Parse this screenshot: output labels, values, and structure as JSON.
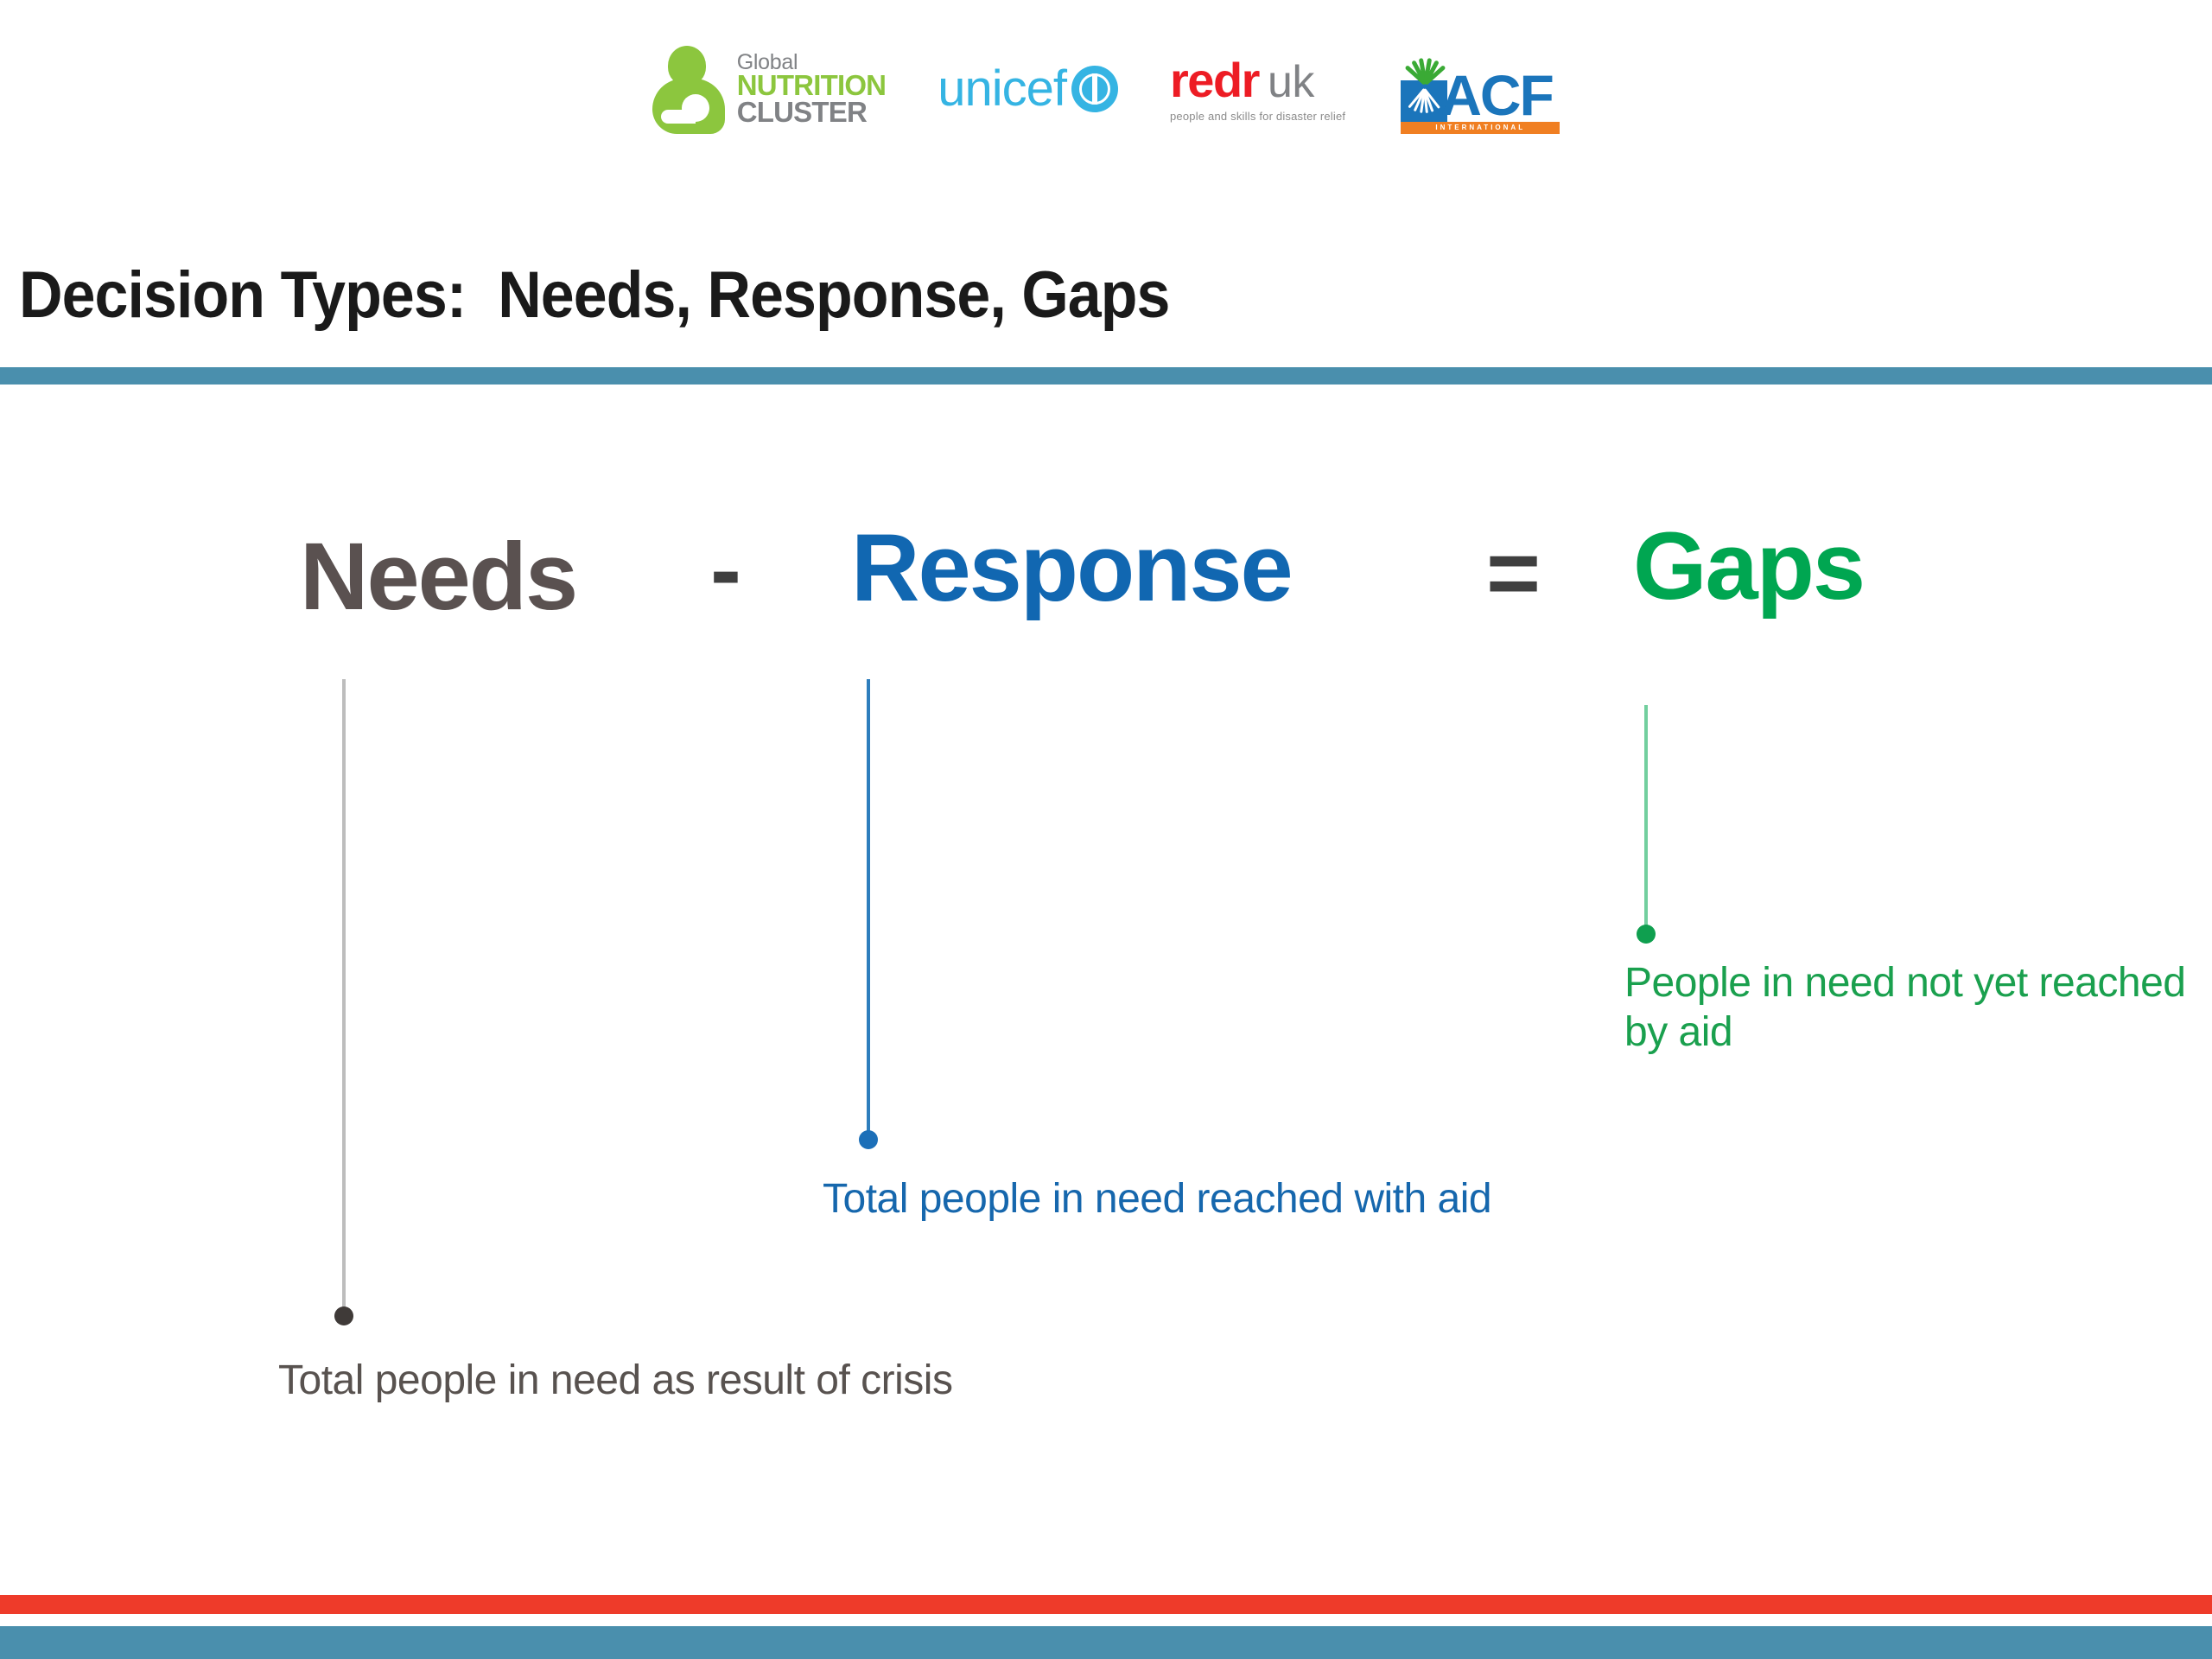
{
  "slide": {
    "title": "Decision Types:  Needs, Response, Gaps",
    "background_color": "#ffffff"
  },
  "logos": [
    {
      "name": "global-nutrition-cluster",
      "line1": "Global",
      "line2": "NUTRITION",
      "line3": "CLUSTER",
      "green": "#8cc63e",
      "gray": "#808285"
    },
    {
      "name": "unicef",
      "wordmark": "unicef",
      "color": "#35b4e3"
    },
    {
      "name": "redr-uk",
      "word_red": "redr",
      "word_gray": "uk",
      "tagline": "people and skills for disaster relief",
      "red": "#ed1c24",
      "gray": "#808285"
    },
    {
      "name": "acf-international",
      "letters": "ACF",
      "subtitle": "INTERNATIONAL",
      "blue": "#1b75bb",
      "green": "#3aaa35",
      "orange": "#f07f22"
    }
  ],
  "equation": {
    "needs": {
      "label": "Needs",
      "color": "#5a5150"
    },
    "minus": {
      "label": "-",
      "color": "#3f3f3f"
    },
    "response": {
      "label": "Response",
      "color": "#1167b1"
    },
    "equals": {
      "label": "=",
      "color": "#3f3f3f"
    },
    "gaps": {
      "label": "Gaps",
      "color": "#00a651"
    }
  },
  "callouts": [
    {
      "id": "needs",
      "text": "Total people in need as result of crisis",
      "color": "#58524f",
      "line_color": "#bdbdbd",
      "dot_color": "#3f3a38"
    },
    {
      "id": "response",
      "text": "Total people in need reached with aid",
      "color": "#1667ad",
      "line_color": "#2e7ebd",
      "dot_color": "#1c6fb8"
    },
    {
      "id": "gaps",
      "text": "People in need not yet reached by aid",
      "color": "#1aa04e",
      "line_color": "#72cf9e",
      "dot_color": "#0f9f4f"
    }
  ],
  "decorations": {
    "rule_top_color": "#4a8fad",
    "rule_red_color": "#ee3b2a",
    "rule_bottom_color": "#4a8fad"
  }
}
